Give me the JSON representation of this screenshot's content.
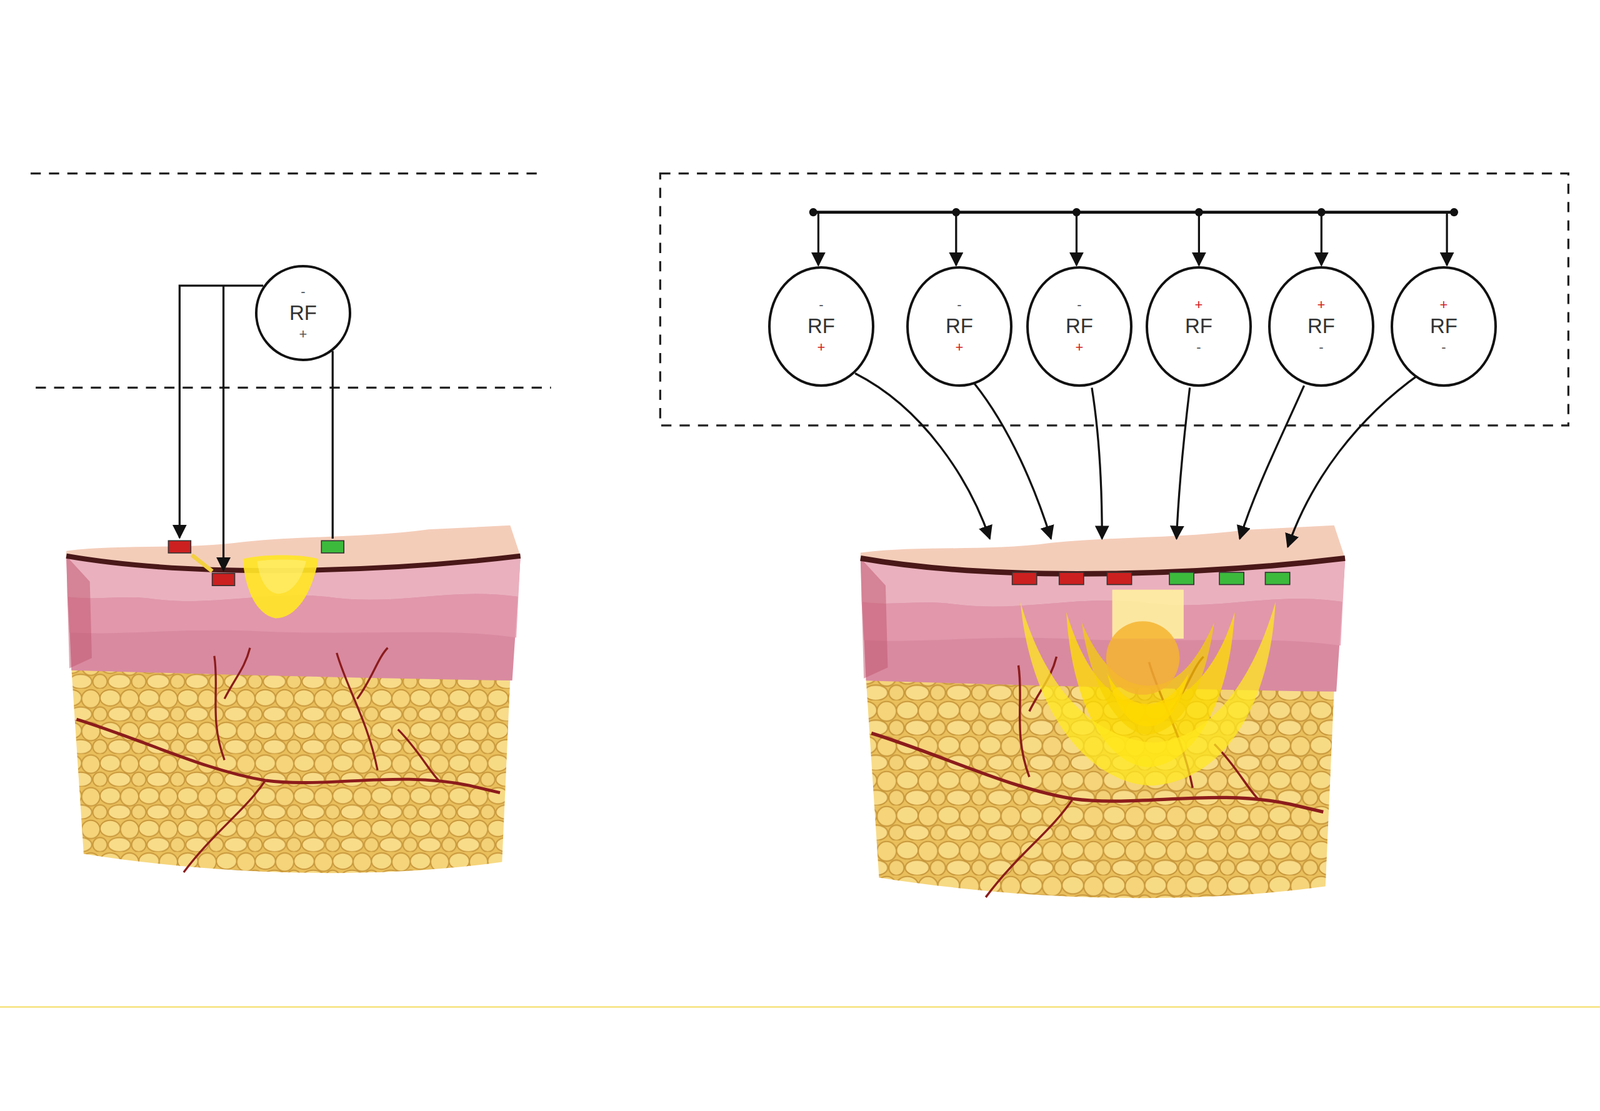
{
  "diagram": {
    "nodes": [
      {
        "text": [
          "-",
          "RF",
          "+"
        ]
      },
      {
        "text": [
          "-",
          "RF",
          "+"
        ]
      },
      {
        "text": [
          "-",
          "RF",
          "+"
        ]
      },
      {
        "text": [
          "-",
          "RF",
          "+"
        ]
      },
      {
        "text": [
          "+",
          "RF",
          "-"
        ]
      },
      {
        "text": [
          "+",
          "RF",
          "-"
        ]
      },
      {
        "text": [
          "+",
          "RF",
          "-"
        ]
      }
    ]
  }
}
